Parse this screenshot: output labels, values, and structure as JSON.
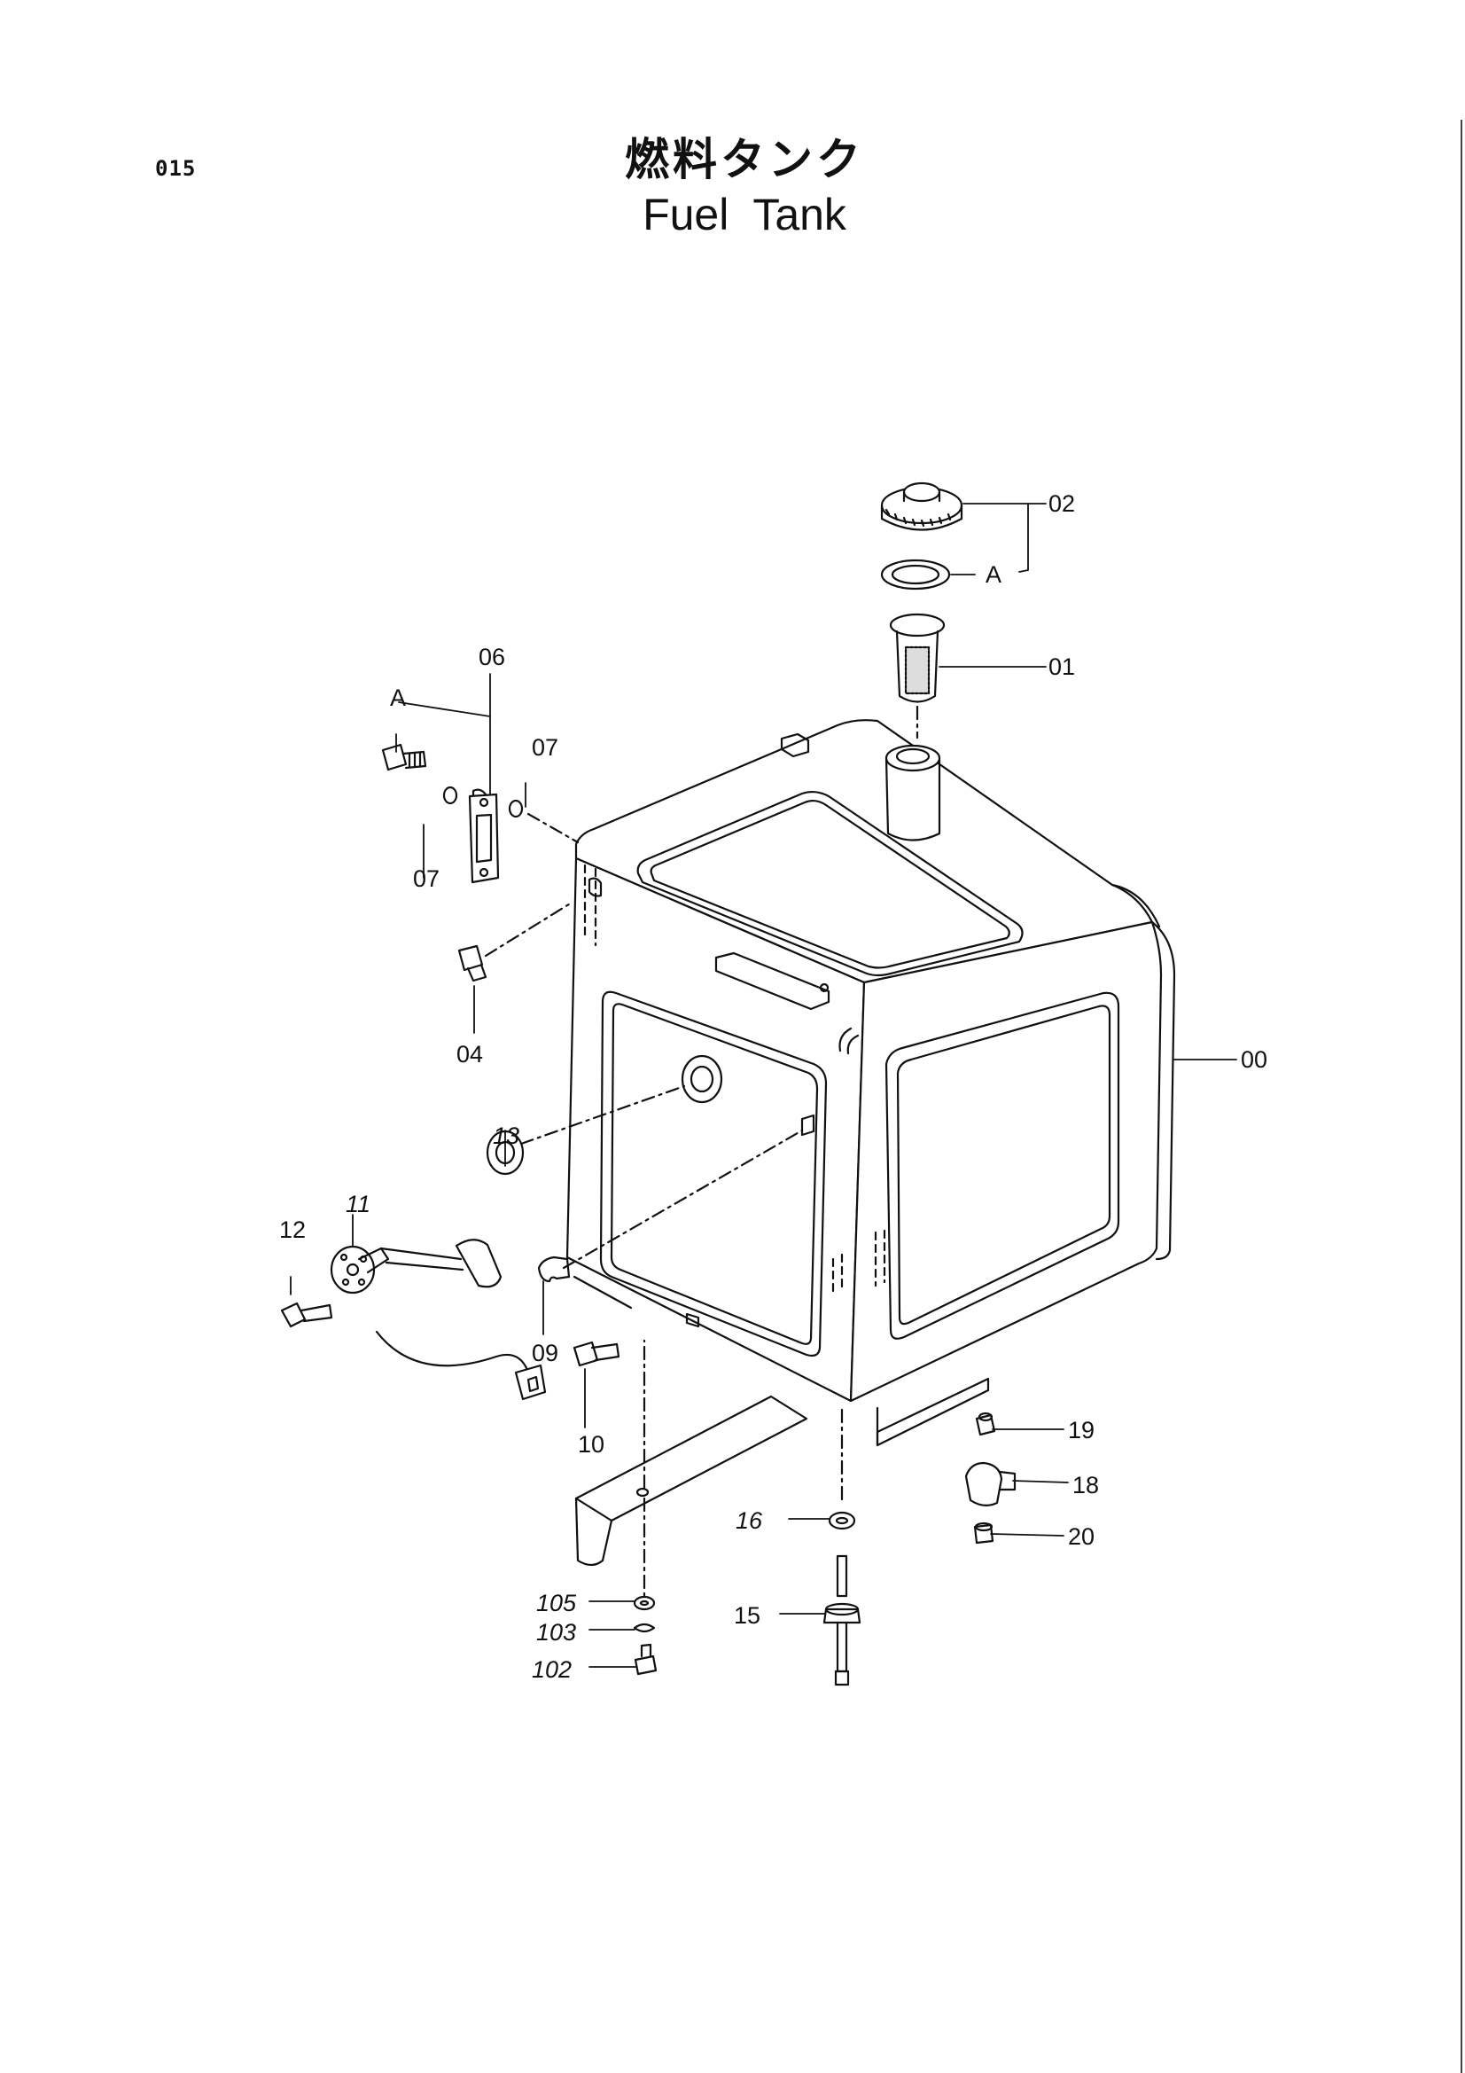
{
  "page_code": "015",
  "title_jp": "燃料タンク",
  "title_en": "Fuel Tank",
  "callouts": {
    "c00": "00",
    "c01": "01",
    "c02": "02",
    "cA_top": "A",
    "c06": "06",
    "cA_left": "A",
    "c07_right": "07",
    "c07_left": "07",
    "c04": "04",
    "c13": "13",
    "c11": "11",
    "c12": "12",
    "c09": "09",
    "c10": "10",
    "c19": "19",
    "c18": "18",
    "c20": "20",
    "c16": "16",
    "c15": "15",
    "c105": "105",
    "c103": "103",
    "c102": "102"
  }
}
